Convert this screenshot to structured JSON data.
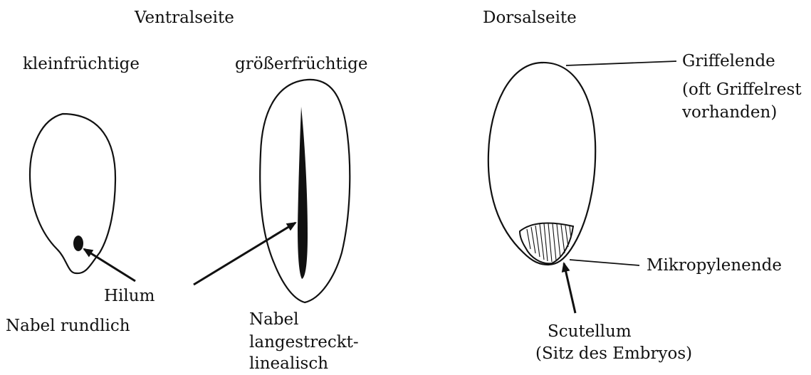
{
  "headings": {
    "ventral": "Ventralseite",
    "dorsal": "Dorsalseite"
  },
  "ventral": {
    "small": {
      "subtitle": "kleinfrüchtige",
      "caption": "Nabel rundlich"
    },
    "large": {
      "subtitle": "größerfrüchtige",
      "caption_lines": [
        "Nabel",
        "langestreckt-",
        "linealisch"
      ]
    },
    "shared_pointer_label": "Hilum"
  },
  "dorsal": {
    "labels": {
      "griffel_line1": "Griffelende",
      "griffel_line2": "(oft Griffelrest",
      "griffel_line3": "vorhanden)",
      "mikropyle": "Mikropylenende",
      "scutellum_line1": "Scutellum",
      "scutellum_line2": "(Sitz des Embryos)"
    }
  },
  "colors": {
    "ink": "#111111",
    "background": "#ffffff"
  }
}
